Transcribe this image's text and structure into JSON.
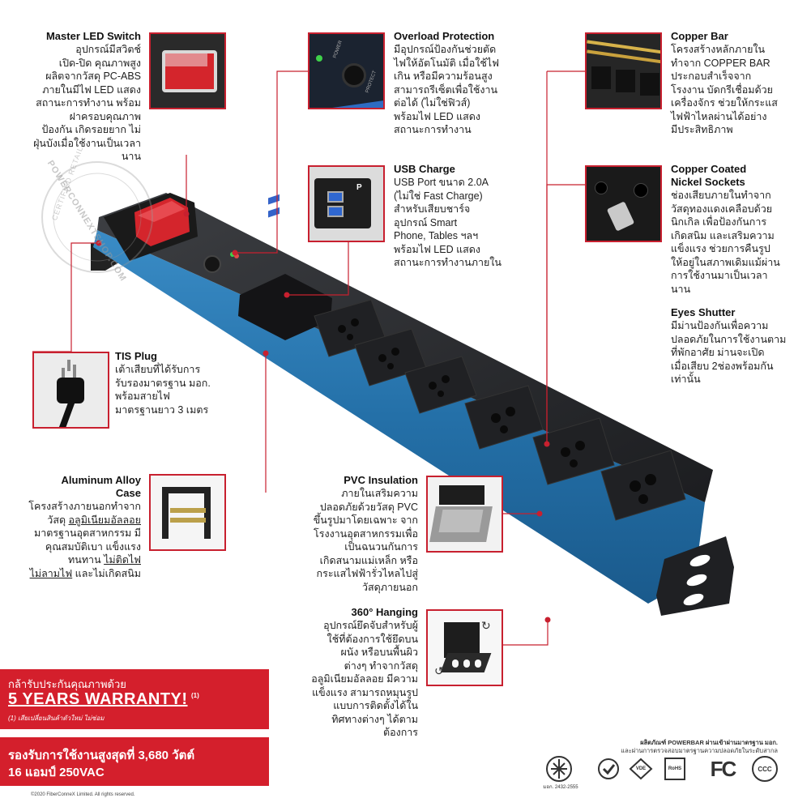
{
  "features": {
    "master_switch": {
      "title": "Master LED Switch",
      "lines": [
        "อุปกรณ์มีสวิตช์",
        "เปิด-ปิด  คุณภาพสูง",
        "ผลิตจากวัสดุ PC-ABS",
        "ภายในมีไฟ LED แสดง",
        "สถานะการทำงาน พร้อม",
        "ฝาครอบคุณภาพ",
        "ป้องกัน เกิดรอยยาก ไม่",
        "ฝุ่นบังเมื่อใช้งานเป็นเวลา",
        "นาน"
      ]
    },
    "overload": {
      "title": "Overload Protection",
      "lines": [
        "มีอุปกรณ์ป้องกันช่วยตัด",
        "ไฟให้อัตโนมัติ เมื่อใช้ไฟ",
        "เกิน หรือมีความร้อนสูง",
        "สามารถรีเซ็ตเพื่อใช้งาน",
        "ต่อได้ (ไม่ใช่ฟิวส์)",
        "พร้อมไฟ LED แสดง",
        "สถานะการทำงาน"
      ]
    },
    "copper_bar": {
      "title": "Copper Bar",
      "lines": [
        "โครงสร้างหลักภายใน",
        "ทำจาก COPPER BAR",
        "ประกอบสำเร็จจาก",
        "โรงงาน บัดกรีเชื่อมด้วย",
        "เครื่องจักร ช่วยให้กระแส",
        "ไฟฟ้าไหลผ่านได้อย่าง",
        "มีประสิทธิภาพ"
      ]
    },
    "usb": {
      "title": "USB Charge",
      "lines": [
        "USB Port ขนาด 2.0A",
        "(ไม่ใช่ Fast Charge)",
        "สำหรับเสียบชาร์จ",
        "อุปกรณ์ Smart",
        "Phone, Tables ฯลฯ",
        "พร้อมไฟ LED แสดง",
        "สถานะการทำงานภายใน"
      ]
    },
    "nickel": {
      "title": "Copper Coated",
      "title2": "Nickel Sockets",
      "lines": [
        "ช่องเสียบภายในทำจาก",
        "วัสดุทองแดงเคลือบด้วย",
        "นิกเกิล เพื่อป้องกันการ",
        "เกิดสนิม และเสริมความ",
        "แข็งแรง ช่วยการคืนรูป",
        "ให้อยู่ในสภาพเดิมแม้ผ่าน",
        "การใช้งานมาเป็นเวลา",
        "นาน"
      ]
    },
    "eyes": {
      "title": "Eyes Shutter",
      "lines": [
        "มีม่านป้องกันเพื่อความ",
        "ปลอดภัยในการใช้งานตาม",
        "ที่พักอาศัย ม่านจะเปิด",
        "เมื่อเสียบ 2ช่องพร้อมกัน",
        "เท่านั้น"
      ]
    },
    "tis": {
      "title": "TIS Plug",
      "lines": [
        "เต้าเสียบที่ได้รับการ",
        "รับรองมาตรฐาน มอก.",
        "พร้อมสายไฟ",
        "มาตรฐานยาว 3 เมตร"
      ]
    },
    "aluminum": {
      "title": "Aluminum Alloy",
      "title2": "Case",
      "l1": "โครงสร้างภายนอกทำจาก",
      "l2a": "วัสดุ ",
      "l2b": "อลูมิเนียมอัลลอย",
      "l3": "มาตรฐานอุตสาหกรรม มี",
      "l4": "คุณสมบัติเบา แข็งแรง",
      "l5a": "ทนทาน ",
      "l5b": "ไม่ติดไฟ",
      "l6a": "ไม่ลามไฟ",
      "l6b": " และไม่เกิดสนิม"
    },
    "pvc": {
      "title": "PVC Insulation",
      "lines": [
        "ภายในเสริมความ",
        "ปลอดภัยด้วยวัสดุ PVC",
        "ขึ้นรูปมาโดยเฉพาะ จาก",
        "โรงงานอุตสาหกรรมเพื่อ",
        "เป็นฉนวนกันการ",
        "เกิดสนามแม่เหล็ก หรือ",
        "กระแสไฟฟ้ารั่วไหลไปสู่",
        "วัสดุภายนอก"
      ]
    },
    "hanging": {
      "title": "360° Hanging",
      "lines": [
        "อุปกรณ์ยึดจับสำหรับผู้",
        "ใช้ที่ต้องการใช้ยึดบน",
        "ผนัง หรือบนพื้นผิว",
        "ต่างๆ ทำจากวัสดุ",
        "อลูมิเนียมอัลลอย มีความ",
        "แข็งแรง สามารถหมุนรูป",
        "แบบการติดตั้งได้ใน",
        "ทิศทางต่างๆ ได้ตาม",
        "ต้องการ"
      ]
    }
  },
  "device": {
    "watermark_top": "POWERCONNEXTSHOP.COM",
    "watermark_bottom": "CERTIFIED RETAIL",
    "switch_button": "POWER",
    "protect_button": "PROTECT",
    "usb_brand": "P"
  },
  "warranty": {
    "line1": "กล้ารับประกันคุณภาพด้วย",
    "headline": "5 YEARS WARRANTY!",
    "mark": "(1)",
    "note": "(1) เสียเปลี่ยนสินค้าตัวใหม่ ไม่ซ่อม"
  },
  "rating": {
    "line1": "รองรับการใช้งานสูงสุดที่ 3,680 วัตต์",
    "line2": "16 แอมป์ 250VAC"
  },
  "certification": {
    "line1": "ผลิตภัณฑ์ POWERBAR ผ่านเข้าผ่านมาตรฐาน มอก.",
    "line2": "และผ่านการตรวจสอบมาตรฐานความปลอดภัยในระดับสากล",
    "tis_label": "มอก. 2432-2555",
    "logos": [
      "tis-mark",
      "qc",
      "vde",
      "rohs",
      "fc",
      "ccc"
    ],
    "fc_text": "FC",
    "ccc_text": "CCC",
    "rohs_text": "RoHS",
    "vde_text": "VDE"
  },
  "copyright": "©2020 FiberConneX Limited. All rights reserved.",
  "colors": {
    "accent": "#d41f2c",
    "body_blue": "#2470a8",
    "frame_red": "#c8202f"
  }
}
